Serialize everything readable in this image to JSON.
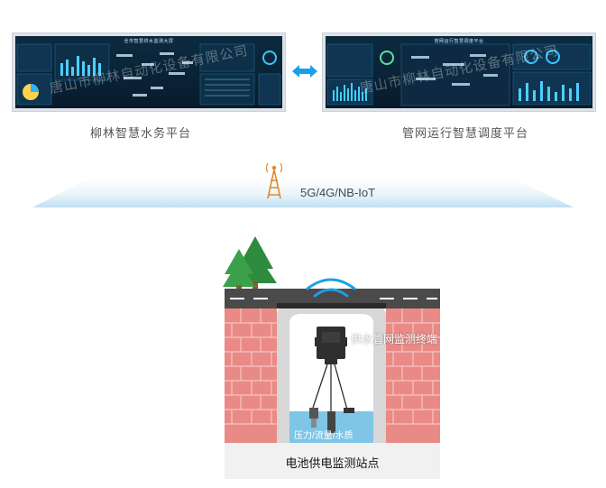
{
  "left_platform": {
    "title": "全市智慧供水监测大屏",
    "watermark": "唐山市柳林自动化设备有限公司",
    "caption": "柳林智慧水务平台"
  },
  "right_platform": {
    "title": "管网运行智慧调度平台",
    "watermark": "唐山市柳林自动化设备有限公司",
    "caption": "管网运行智慧调度平台"
  },
  "network": {
    "label": "5G/4G/NB-IoT"
  },
  "site": {
    "terminal_label": "供水管网监测终端",
    "sensor_label": "压力/流量/水质",
    "station_label": "电池供电监测站点"
  },
  "colors": {
    "accent": "#1aa0e8",
    "brick": "#e98a86",
    "water": "#7fc5e6",
    "tree": "#2e8b3e"
  }
}
